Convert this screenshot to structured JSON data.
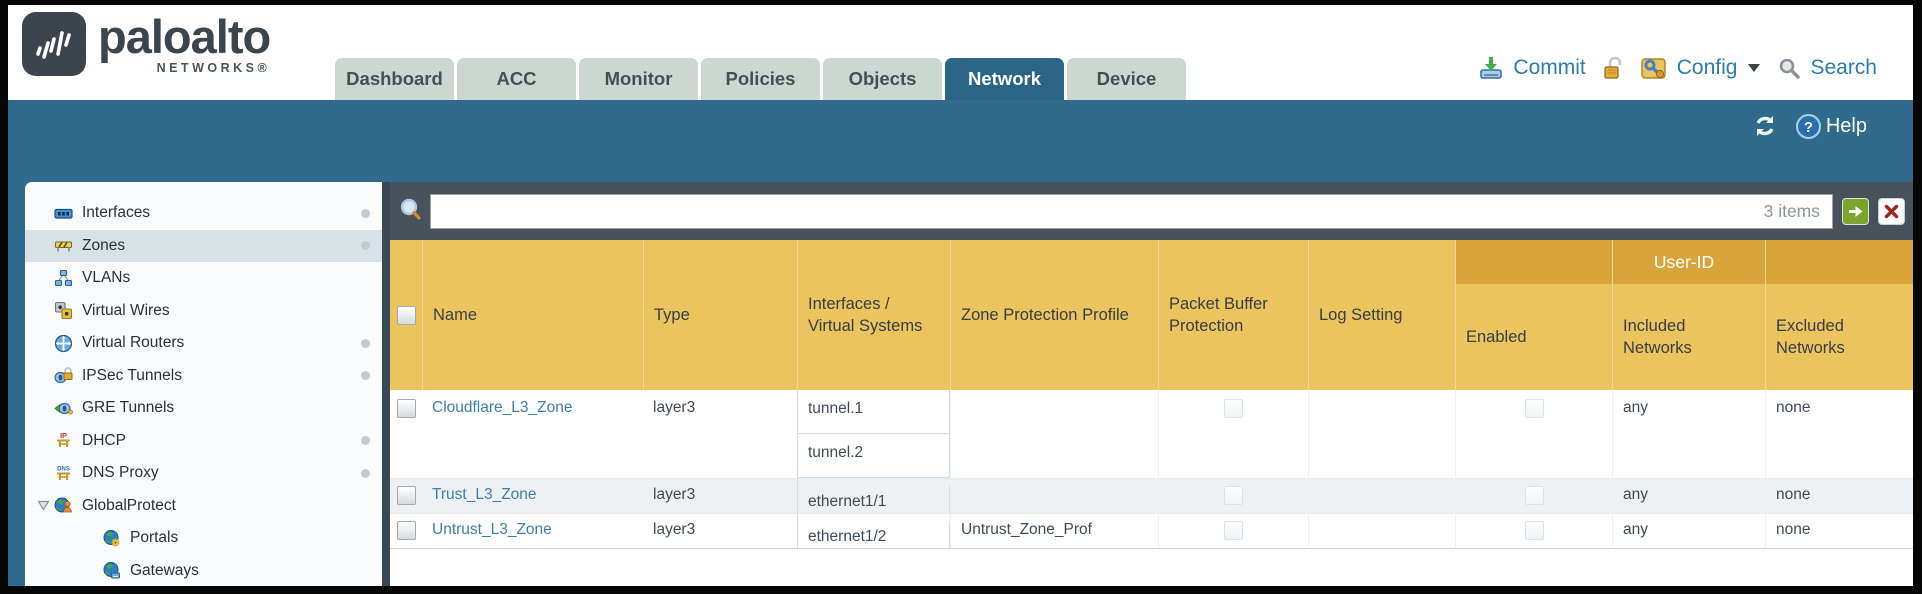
{
  "brand": {
    "name": "paloalto",
    "sub": "NETWORKS®"
  },
  "nav_tabs": [
    {
      "label": "Dashboard",
      "active": false
    },
    {
      "label": "ACC",
      "active": false
    },
    {
      "label": "Monitor",
      "active": false
    },
    {
      "label": "Policies",
      "active": false
    },
    {
      "label": "Objects",
      "active": false
    },
    {
      "label": "Network",
      "active": true
    },
    {
      "label": "Device",
      "active": false
    }
  ],
  "utility": {
    "commit": "Commit",
    "config": "Config",
    "search": "Search"
  },
  "band": {
    "help": "Help"
  },
  "filter": {
    "value": "",
    "items_count": "3 items"
  },
  "sidebar": {
    "items": [
      {
        "label": "Interfaces",
        "icon": "interfaces-icon",
        "dot": true,
        "selected": false
      },
      {
        "label": "Zones",
        "icon": "zones-icon",
        "dot": true,
        "selected": true
      },
      {
        "label": "VLANs",
        "icon": "vlans-icon",
        "dot": false,
        "selected": false
      },
      {
        "label": "Virtual Wires",
        "icon": "virtual-wires-icon",
        "dot": false,
        "selected": false
      },
      {
        "label": "Virtual Routers",
        "icon": "virtual-routers-icon",
        "dot": true,
        "selected": false
      },
      {
        "label": "IPSec Tunnels",
        "icon": "ipsec-tunnels-icon",
        "dot": true,
        "selected": false
      },
      {
        "label": "GRE Tunnels",
        "icon": "gre-tunnels-icon",
        "dot": false,
        "selected": false
      },
      {
        "label": "DHCP",
        "icon": "dhcp-icon",
        "dot": true,
        "selected": false
      },
      {
        "label": "DNS Proxy",
        "icon": "dns-proxy-icon",
        "dot": true,
        "selected": false
      },
      {
        "label": "GlobalProtect",
        "icon": "globalprotect-icon",
        "dot": false,
        "selected": false,
        "expanded": true
      },
      {
        "label": "Portals",
        "icon": "portals-icon",
        "dot": false,
        "selected": false,
        "indent": true
      },
      {
        "label": "Gateways",
        "icon": "gateways-icon",
        "dot": false,
        "selected": false,
        "indent": true
      }
    ]
  },
  "table": {
    "user_id_group": "User-ID",
    "headers": {
      "name": "Name",
      "type": "Type",
      "interfaces": "Interfaces / Virtual Systems",
      "zpp": "Zone Protection Profile",
      "pbp": "Packet Buffer Protection",
      "log": "Log Setting",
      "enabled": "Enabled",
      "included": "Included Networks",
      "excluded": "Excluded Networks"
    },
    "rows": [
      {
        "name": "Cloudflare_L3_Zone",
        "type": "layer3",
        "interfaces": [
          "tunnel.1",
          "tunnel.2"
        ],
        "zpp": "",
        "log": "",
        "included": "any",
        "excluded": "none",
        "selected": false,
        "packet_buffer_protection_checked": false,
        "user_id_enabled_checked": false
      },
      {
        "name": "Trust_L3_Zone",
        "type": "layer3",
        "interfaces": [
          "ethernet1/1"
        ],
        "zpp": "",
        "log": "",
        "included": "any",
        "excluded": "none",
        "selected": false,
        "packet_buffer_protection_checked": false,
        "user_id_enabled_checked": false
      },
      {
        "name": "Untrust_L3_Zone",
        "type": "layer3",
        "interfaces": [
          "ethernet1/2"
        ],
        "zpp": "Untrust_Zone_Prof",
        "log": "",
        "included": "any",
        "excluded": "none",
        "selected": false,
        "packet_buffer_protection_checked": false,
        "user_id_enabled_checked": false
      }
    ]
  },
  "colors": {
    "teal_band": "#306a8c",
    "active_tab": "#2b6485",
    "inactive_tab": "#ccd7d2",
    "filter_bar": "#49525a",
    "table_header": "#ecc45f",
    "user_id_band": "#d9a43c",
    "link_blue": "#3d80a6",
    "utility_blue": "#2d7cab",
    "row_stripe": "#edf1f4"
  }
}
